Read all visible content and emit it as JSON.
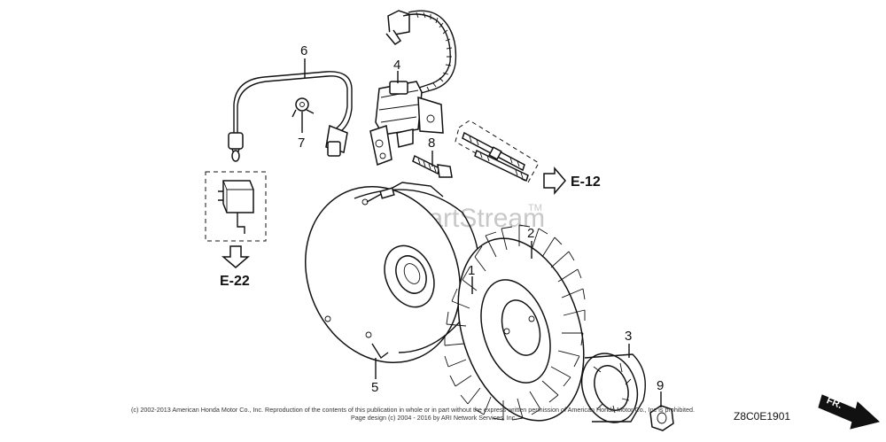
{
  "watermark": {
    "text": "ARI PartStream",
    "tm": "TM"
  },
  "callouts": {
    "p1": "1",
    "p2": "2",
    "p3": "3",
    "p4": "4",
    "p5": "5",
    "p6": "6",
    "p7": "7",
    "p8": "8",
    "p9": "9"
  },
  "references": {
    "e12": "E-12",
    "e22": "E-22"
  },
  "diagram_code": "Z8C0E1901",
  "direction_label": "FR.",
  "footer": {
    "line1": "(c) 2002-2013 American Honda Motor Co., Inc. Reproduction of the contents of this publication in whole or in part without the express written permission of American Honda Motor Co., Inc is prohibited.",
    "line2": "Page design (c) 2004 - 2016 by ARI Network Services, Inc."
  }
}
